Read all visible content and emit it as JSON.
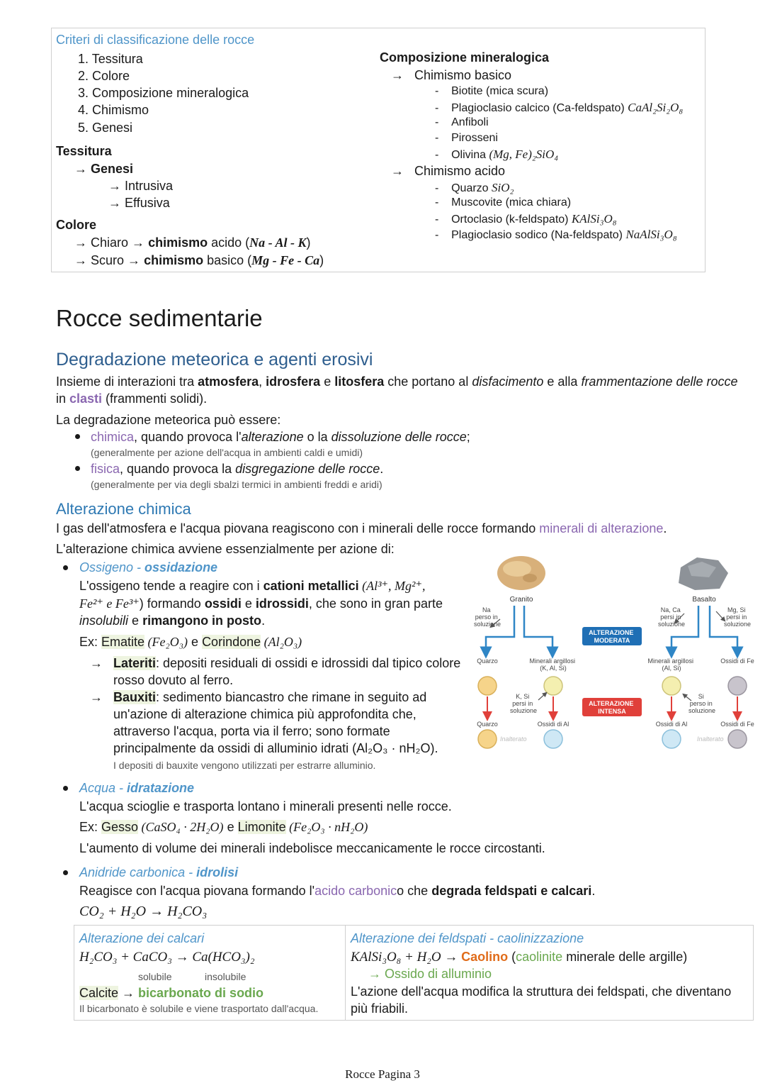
{
  "criteri": {
    "title": "Criteri di classificazione delle rocce",
    "list": [
      "1. Tessitura",
      "2. Colore",
      "3. Composizione mineralogica",
      "4. Chimismo",
      "5. Genesi"
    ],
    "tessitura": {
      "title": "Tessitura",
      "genesi": "Genesi",
      "items": [
        "Intrusiva",
        "Effusiva"
      ]
    },
    "colore": {
      "title": "Colore",
      "chiaro": "Chiaro",
      "scuro": "Scuro",
      "chimismo": "chimismo",
      "acido": "acido",
      "basico": "basico",
      "acido_el": "Na - Al - K",
      "basico_el": "Mg - Fe - Ca"
    },
    "composizione": {
      "title": "Composizione mineralogica",
      "basico_label": "Chimismo basico",
      "basico_items": [
        {
          "text": "Biotite (mica scura)",
          "formula": ""
        },
        {
          "text": "Plagioclasio calcico (Ca-feldspato)",
          "formula": "CaAl₂Si₂O₈"
        },
        {
          "text": "Anfiboli",
          "formula": ""
        },
        {
          "text": "Pirosseni",
          "formula": ""
        },
        {
          "text": "Olivina",
          "formula": "(Mg, Fe)₂SiO₄"
        }
      ],
      "acido_label": "Chimismo acido",
      "acido_items": [
        {
          "text": "Quarzo",
          "formula": "SiO₂"
        },
        {
          "text": "Muscovite (mica chiara)",
          "formula": ""
        },
        {
          "text": "Ortoclasio (k-feldspato)",
          "formula": "KAlSi₃O₈"
        },
        {
          "text": "Plagioclasio sodico (Na-feldspato)",
          "formula": "NaAlSi₃O₈"
        }
      ]
    }
  },
  "section_title": "Rocce sedimentarie",
  "degradazione": {
    "title": "Degradazione meteorica e agenti erosivi",
    "p1": {
      "a": "Insieme di interazioni tra ",
      "atmosfera": "atmosfera",
      "c1": ", ",
      "idrosfera": "idrosfera",
      "c2": " e ",
      "litosfera": "litosfera",
      "c3": " che portano al ",
      "disfacimento": "disfacimento",
      "c4": " e alla ",
      "frammentazione": "frammentazione delle rocce",
      "line2_a": "in ",
      "clasti": "clasti",
      "line2_b": " (frammenti solidi)."
    },
    "p2": "La degradazione meteorica può essere:",
    "chimica": {
      "word": "chimica",
      "a": ", quando provoca l'",
      "alt": "alterazione",
      "b": " o la ",
      "dis": "dissoluzione delle rocce",
      "c": ";",
      "note": "(generalmente per azione dell'acqua in ambienti caldi e umidi)"
    },
    "fisica": {
      "word": "fisica",
      "a": ", quando provoca la ",
      "dis": "disgregazione delle rocce",
      "c": ".",
      "note": "(generalmente per via degli sbalzi termici in ambienti freddi e aridi)"
    }
  },
  "alterazione": {
    "title": "Alterazione chimica",
    "p1_a": "I gas dell'atmosfera e l'acqua piovana reagiscono con i minerali delle rocce formando ",
    "p1_b": "minerali di alterazione",
    "p1_c": ".",
    "p2": "L'alterazione chimica avviene essenzialmente per azione di:",
    "ossigeno": {
      "t1": "Ossigeno - ",
      "t2": "ossidazione",
      "l1_a": "L'ossigeno tende a reagire con i ",
      "l1_b": "cationi metallici",
      "l1_c": " (Al³⁺, Mg²⁺,",
      "l2_a": "Fe²⁺ e Fe³⁺",
      "l2_b": ") formando ",
      "l2_c": "ossidi",
      "l2_d": " e ",
      "l2_e": "idrossidi",
      "l2_f": ", che sono in gran parte",
      "l3_a": "insolubili",
      "l3_b": " e ",
      "l3_c": "rimangono in posto",
      "l3_d": ".",
      "ex_a": "Ex: ",
      "ematite": "Ematite",
      "ematite_f": " (Fe₂O₃)",
      "ex_e": " e ",
      "corindone": "Corindone",
      "corindone_f": " (Al₂O₃)",
      "lateriti": "Lateriti",
      "lateriti_t1": ": depositi residuali di ossidi e idrossidi dal tipico colore",
      "lateriti_t2": "rosso dovuto al ferro.",
      "bauxiti": "Bauxiti",
      "bauxiti_t1": ": sedimento biancastro che rimane in seguito ad",
      "bauxiti_t2": "un'azione di alterazione chimica più approfondita che,",
      "bauxiti_t3": "attraverso l'acqua, porta via il ferro; sono formate",
      "bauxiti_t4": "principalmente da ossidi di alluminio idrati (Al₂O₃ · nH₂O).",
      "bauxiti_note": "I depositi di bauxite vengono utilizzati per estrarre alluminio."
    },
    "acqua": {
      "t1": "Acqua - ",
      "t2": "idratazione",
      "l1": "L'acqua scioglie e trasporta lontano i minerali presenti nelle rocce.",
      "ex_a": "Ex: ",
      "gesso": "Gesso",
      "gesso_f": " (CaSO₄ · 2H₂O)",
      "ex_e": " e ",
      "limonite": "Limonite",
      "limonite_f": " (Fe₂O₃ · nH₂O)",
      "l3": "L'aumento di volume dei minerali indebolisce meccanicamente le rocce circostanti."
    },
    "anidride": {
      "t1": "Anidride carbonica - ",
      "t2": "idrolisi",
      "l1_a": "Reagisce con l'acqua piovana formando l'",
      "l1_b": "acido carbonic",
      "l1_c": "o che ",
      "l1_d": "degrada feldspati e calcari",
      "l1_e": ".",
      "eq": "CO₂ + H₂O → H₂CO₃"
    }
  },
  "diagram": {
    "granito": "Granito",
    "basalto": "Basalto",
    "na_perso": [
      "Na",
      "perso in",
      "soluzione"
    ],
    "naca_persi": [
      "Na, Ca",
      "persi in",
      "soluzione"
    ],
    "mgsi_persi": [
      "Mg, Si",
      "persi in",
      "soluzione"
    ],
    "quarzo": "Quarzo",
    "minerali_argillosi_g": [
      "Minerali argillosi",
      "(K, Al, Si)"
    ],
    "minerali_argillosi_b": [
      "Minerali argillosi",
      "(Al, Si)"
    ],
    "ossidi_fe": "Ossidi di Fe",
    "alt_moderata": [
      "ALTERAZIONE",
      "MODERATA"
    ],
    "alt_intensa": [
      "ALTERAZIONE",
      "INTENSA"
    ],
    "ksi_persi": [
      "K, Si",
      "persi in",
      "soluzione"
    ],
    "si_perso": [
      "Si",
      "perso in",
      "soluzione"
    ],
    "ossidi_al": "Ossidi di Al",
    "inalterato": "Inalterato",
    "colors": {
      "blue_arrow": "#2f86c6",
      "red_arrow": "#e0403a",
      "quarzo": "#f6d48a",
      "argilla": "#f4efb0",
      "al": "#cfe8f5",
      "fe": "#c8c4cc",
      "moderata": "#1f6fb5",
      "intensa": "#e0403a"
    }
  },
  "tabella": {
    "left": {
      "title": "Alterazione dei calcari",
      "eq": "H₂CO₃ + CaCO₃ → Ca(HCO₃)₂",
      "solubile": "solubile",
      "insolubile": "insolubile",
      "calcite": "Calcite",
      "arrow": " → ",
      "bicarbonato": "bicarbonato di sodio",
      "note": "Il bicarbonato è solubile e viene trasportato dall'acqua."
    },
    "right": {
      "title": "Alterazione dei feldspati - caolinizzazione",
      "eq": "KAlSi₃O₈ + H₂O → ",
      "caolino": "Caolino",
      "p_open": " (",
      "caolinite": "caolinite",
      "rest": " minerale delle argille)",
      "ossido": "→ Ossido di alluminio",
      "l1": "L'azione dell'acqua modifica la struttura dei feldspati, che diventano",
      "l2": "più friabili."
    }
  },
  "footer": "Rocce Pagina 3"
}
